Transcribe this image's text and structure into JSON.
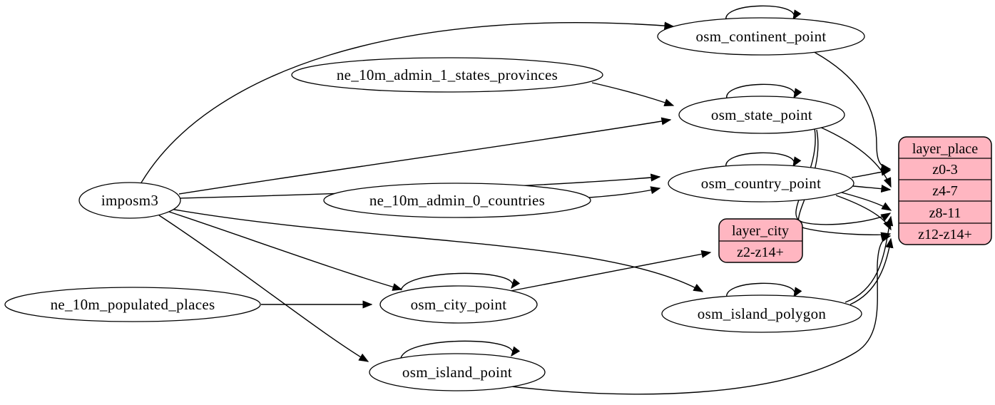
{
  "diagram": {
    "type": "graphviz-etl-dataflow",
    "colors": {
      "background": "#ffffff",
      "node_fill": "#ffffff",
      "record_fill": "#ffb6c1",
      "stroke": "#000000",
      "text": "#000000"
    },
    "nodes": {
      "imposm3": {
        "label": "imposm3"
      },
      "ne_10m_admin_1_states_provinces": {
        "label": "ne_10m_admin_1_states_provinces"
      },
      "ne_10m_admin_0_countries": {
        "label": "ne_10m_admin_0_countries"
      },
      "ne_10m_populated_places": {
        "label": "ne_10m_populated_places"
      },
      "osm_continent_point": {
        "label": "osm_continent_point"
      },
      "osm_state_point": {
        "label": "osm_state_point"
      },
      "osm_country_point": {
        "label": "osm_country_point"
      },
      "osm_city_point": {
        "label": "osm_city_point"
      },
      "osm_island_polygon": {
        "label": "osm_island_polygon"
      },
      "osm_island_point": {
        "label": "osm_island_point"
      }
    },
    "records": {
      "layer_city": {
        "title": "layer_city",
        "rows": [
          "z2-z14+"
        ]
      },
      "layer_place": {
        "title": "layer_place",
        "rows": [
          "z0-3",
          "z4-7",
          "z8-11",
          "z12-z14+"
        ]
      }
    },
    "edges": [
      {
        "from": "imposm3",
        "to": "osm_continent_point"
      },
      {
        "from": "imposm3",
        "to": "osm_state_point"
      },
      {
        "from": "imposm3",
        "to": "osm_country_point"
      },
      {
        "from": "imposm3",
        "to": "osm_city_point"
      },
      {
        "from": "imposm3",
        "to": "osm_island_polygon"
      },
      {
        "from": "imposm3",
        "to": "osm_island_point"
      },
      {
        "from": "ne_10m_admin_1_states_provinces",
        "to": "osm_state_point"
      },
      {
        "from": "ne_10m_admin_0_countries",
        "to": "osm_country_point"
      },
      {
        "from": "ne_10m_populated_places",
        "to": "osm_city_point"
      },
      {
        "from": "osm_continent_point",
        "to": "osm_continent_point"
      },
      {
        "from": "osm_state_point",
        "to": "osm_state_point"
      },
      {
        "from": "osm_country_point",
        "to": "osm_country_point"
      },
      {
        "from": "osm_city_point",
        "to": "osm_city_point"
      },
      {
        "from": "osm_island_polygon",
        "to": "osm_island_polygon"
      },
      {
        "from": "osm_island_point",
        "to": "osm_island_point"
      },
      {
        "from": "osm_continent_point",
        "to": "layer_place:z0-3"
      },
      {
        "from": "osm_country_point",
        "to": "layer_place:z0-3"
      },
      {
        "from": "osm_country_point",
        "to": "layer_place:z4-7"
      },
      {
        "from": "osm_state_point",
        "to": "layer_place:z4-7"
      },
      {
        "from": "osm_state_point",
        "to": "layer_place:z8-11"
      },
      {
        "from": "osm_country_point",
        "to": "layer_place:z8-11"
      },
      {
        "from": "osm_state_point",
        "to": "layer_place:z12-z14+"
      },
      {
        "from": "osm_country_point",
        "to": "layer_place:z12-z14+"
      },
      {
        "from": "osm_city_point",
        "to": "layer_city:z2-z14+"
      },
      {
        "from": "osm_island_polygon",
        "to": "layer_place:z8-11"
      },
      {
        "from": "osm_island_polygon",
        "to": "layer_place:z12-z14+"
      },
      {
        "from": "osm_island_point",
        "to": "layer_place:z12-z14+"
      }
    ]
  }
}
